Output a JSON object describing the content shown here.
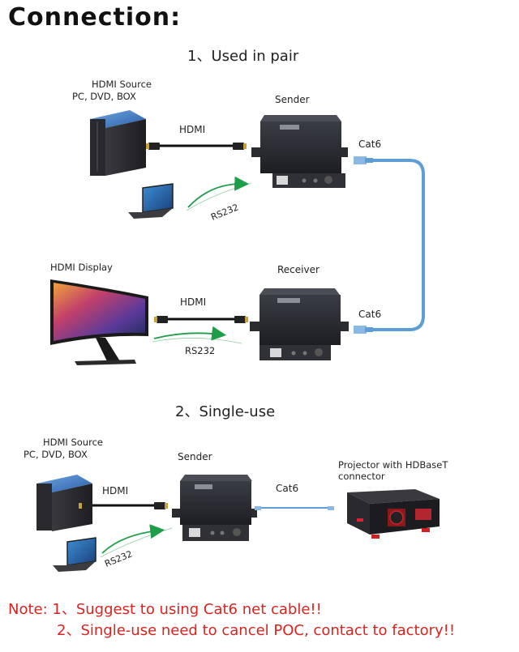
{
  "header": {
    "title": "Connection:"
  },
  "pair": {
    "heading": "1、Used in pair",
    "source_label": "HDMI Source",
    "source_sub": "PC, DVD, BOX",
    "hdmi_top": "HDMI",
    "sender": "Sender",
    "cat6_top": "Cat6",
    "rs232_top": "RS232",
    "display_label": "HDMI Display",
    "hdmi_bottom": "HDMI",
    "receiver": "Receiver",
    "cat6_bottom": "Cat6",
    "rs232_bottom": "RS232"
  },
  "single": {
    "heading": "2、Single-use",
    "source_label": "HDMI Source",
    "source_sub": "PC, DVD, BOX",
    "sender": "Sender",
    "hdmi": "HDMI",
    "cat6": "Cat6",
    "projector_line1": "Projector with HDBaseT",
    "projector_line2": "connector",
    "rs232": "RS232"
  },
  "notes": {
    "line1": "Note: 1、Suggest to using Cat6 net cable!!",
    "line2": "2、Single-use need to cancel POC, contact to factory!!"
  },
  "colors": {
    "note_red": "#d9231e",
    "cable_blue": "#5e9ed6",
    "arrow_green": "#1f9e4a"
  }
}
